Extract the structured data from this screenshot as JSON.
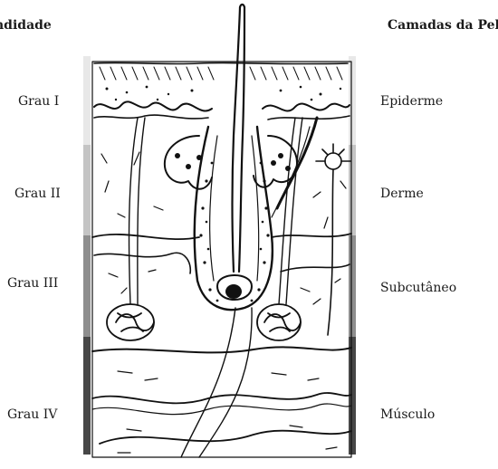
{
  "headers": {
    "left": "ndidade",
    "right": "Camadas da Pele"
  },
  "degrees": [
    {
      "label": "Grau I"
    },
    {
      "label": "Grau II"
    },
    {
      "label": "Grau III"
    },
    {
      "label": "Grau IV"
    }
  ],
  "layers": [
    {
      "label": "Epiderme"
    },
    {
      "label": "Derme"
    },
    {
      "label": "Subcutâneo"
    },
    {
      "label": "Músculo"
    }
  ],
  "band_colors": [
    "#e8e8e8",
    "#c4c4c4",
    "#8e8e8e",
    "#474747"
  ],
  "icons": [
    "skin-cross-section-illustration"
  ]
}
